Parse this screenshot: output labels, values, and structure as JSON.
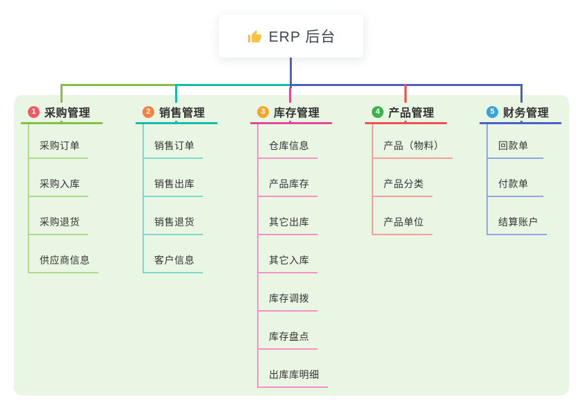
{
  "root": {
    "label": "ERP 后台",
    "icon": "thumbs-up-icon"
  },
  "branches": [
    {
      "index": "1",
      "label": "采购管理",
      "badge_color": "#F15B64",
      "line_color": "#84C044",
      "child_line_color": "#AFDA8C",
      "children": [
        "采购订单",
        "采购入库",
        "采购退货",
        "供应商信息"
      ]
    },
    {
      "index": "2",
      "label": "销售管理",
      "badge_color": "#F5823E",
      "line_color": "#14BCAE",
      "child_line_color": "#7BD7CC",
      "children": [
        "销售订单",
        "销售出库",
        "销售退货",
        "客户信息"
      ]
    },
    {
      "index": "3",
      "label": "库存管理",
      "badge_color": "#F3A72E",
      "line_color": "#E2479C",
      "child_line_color": "#F291C2",
      "children": [
        "仓库信息",
        "产品库存",
        "其它出库",
        "其它入库",
        "库存调拨",
        "库存盘点",
        "出库库明细"
      ]
    },
    {
      "index": "4",
      "label": "产品管理",
      "badge_color": "#3BB450",
      "line_color": "#F0504E",
      "child_line_color": "#F79D99",
      "children": [
        "产品（物料）",
        "产品分类",
        "产品单位"
      ]
    },
    {
      "index": "5",
      "label": "财务管理",
      "badge_color": "#35A4DB",
      "line_color": "#4A5FC8",
      "child_line_color": "#93A5DF",
      "children": [
        "回款单",
        "付款单",
        "结算账户"
      ]
    }
  ],
  "colors": {
    "panel_background": "#E9F6E3",
    "root_connector": "#4E60CE",
    "icon_yellow": "#F6C343"
  }
}
